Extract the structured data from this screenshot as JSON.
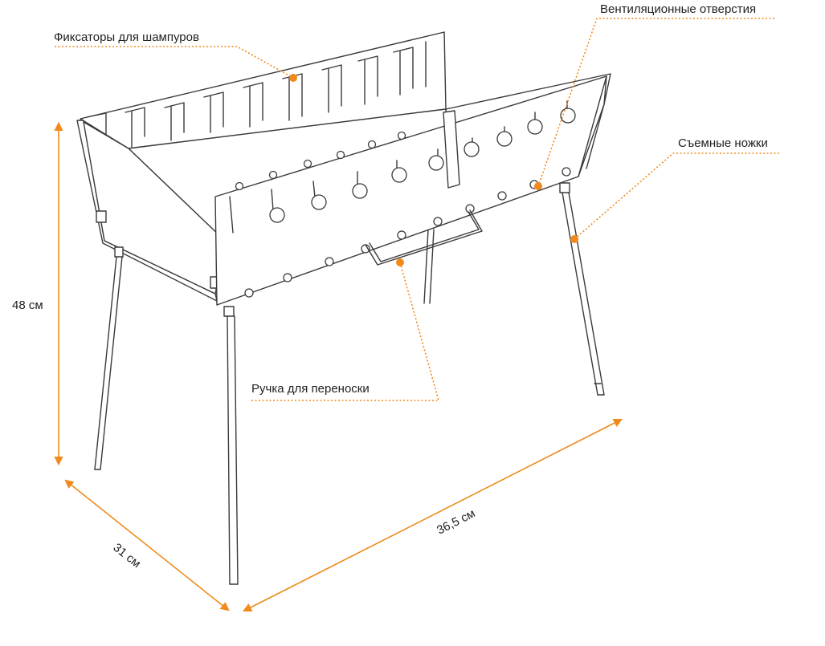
{
  "labels": {
    "skewer_holders": "Фиксаторы для шампуров",
    "vents": "Вентиляционные отверстия",
    "legs": "Съемные ножки",
    "handle": "Ручка для переноски"
  },
  "dimensions": {
    "height": "48 см",
    "depth": "31 см",
    "length": "36,5 см"
  },
  "colors": {
    "accent": "#f08a1c",
    "line": "#3a3a3a"
  }
}
